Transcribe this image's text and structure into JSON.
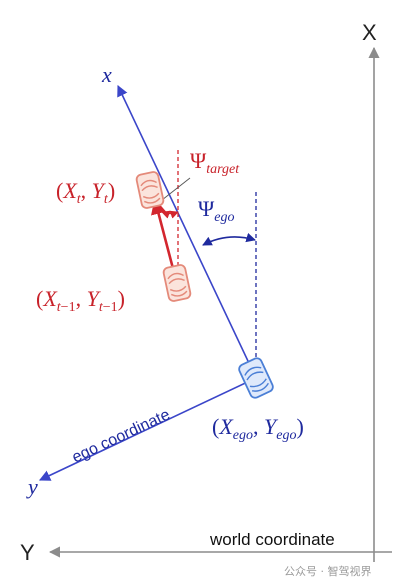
{
  "world": {
    "x_label": "X",
    "y_label": "Y",
    "caption": "world coordinate"
  },
  "ego": {
    "x_label": "x",
    "y_label": "y",
    "caption": "ego coordinate",
    "position_label": "(X_ego, Y_ego)"
  },
  "target": {
    "current_label": "(X_t, Y_t)",
    "previous_label": "(X_t−1, Y_t−1)"
  },
  "angles": {
    "target_label": "Ψ_target",
    "ego_label": "Ψ_ego"
  },
  "watermark": "公众号 · 智驾视界",
  "colors": {
    "world_axis": "#8c8c8c",
    "ego_axis": "#3b46c9",
    "target": "#d3262e",
    "ego_vehicle": "#4b7fd6",
    "target_vehicle": "#e48a7a"
  }
}
